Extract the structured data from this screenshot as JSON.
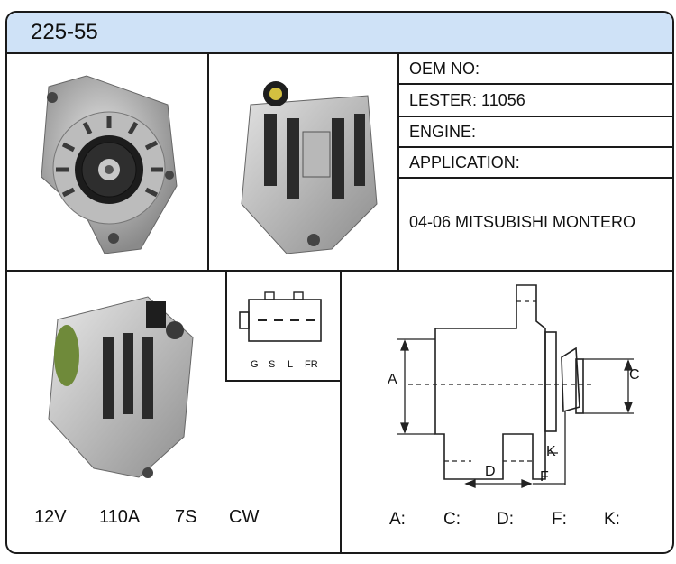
{
  "header": {
    "title": "225-55"
  },
  "info": {
    "oem_label": "OEM NO:",
    "lester_label": "LESTER: 11056",
    "engine_label": "ENGINE:",
    "application_label": "APPLICATION:",
    "application_value": "04-06 MITSUBISHI MONTERO"
  },
  "specs": {
    "voltage": "12V",
    "amperage": "110A",
    "pulley": "7S",
    "rotation": "CW"
  },
  "connector": {
    "pins": [
      "G",
      "S",
      "L",
      "FR"
    ]
  },
  "diagram": {
    "label_a": "A",
    "label_c": "C",
    "label_d": "D",
    "label_f": "F",
    "label_k": "K"
  },
  "dimensions": {
    "a": "A:",
    "c": "C:",
    "d": "D:",
    "f": "F:",
    "k": "K:"
  },
  "colors": {
    "header_bg": "#cfe2f7",
    "border": "#1a1a1a"
  }
}
